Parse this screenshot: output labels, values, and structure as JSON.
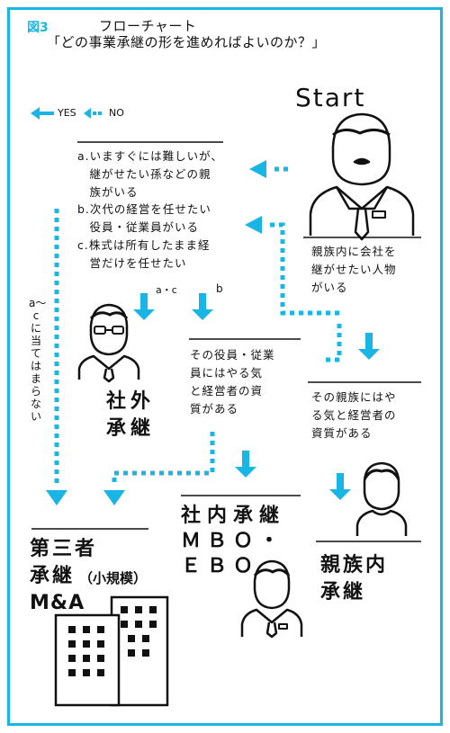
{
  "header": {
    "fig_label": "図3",
    "title_line1": "フローチャート",
    "title_line2": "「どの事業承継の形を進めればよいのか？」"
  },
  "legend": {
    "yes": "YES",
    "no": "NO"
  },
  "start": {
    "label": "Start",
    "condition": "親族内に会社を\n継がせたい人物\nがいる"
  },
  "question": {
    "text": "a.いますぐには難しいが、\n　継がせたい孫などの親\n　族がいる\nb.次代の経営を任せたい\n　役員・従業員がいる\nc.株式は所有したまま経\n　営だけを任せたい"
  },
  "branch_labels": {
    "ac": "a・c",
    "b": "b",
    "none": "a〜cに当てはまらない"
  },
  "conditions": {
    "officer": "その役員・従業\n員にはやる気\nと経営者の資\n質がある",
    "family": "その親族にはや\nる気と経営者の\n資質がある"
  },
  "outcomes": {
    "external": "社外\n承継",
    "internal": "社内承継\nＭＢＯ・\nＥＢＯ",
    "family": "親族内\n承継",
    "third_line1": "第三者",
    "third_line2": "承継",
    "third_note": "（小規模）",
    "third_line3": "M&A"
  },
  "colors": {
    "accent": "#19b5e5",
    "ink": "#111111"
  },
  "icons": [
    "businessman-mustache-icon",
    "businessman-glasses-icon",
    "businessman-icon",
    "young-man-icon",
    "office-buildings-icon"
  ]
}
